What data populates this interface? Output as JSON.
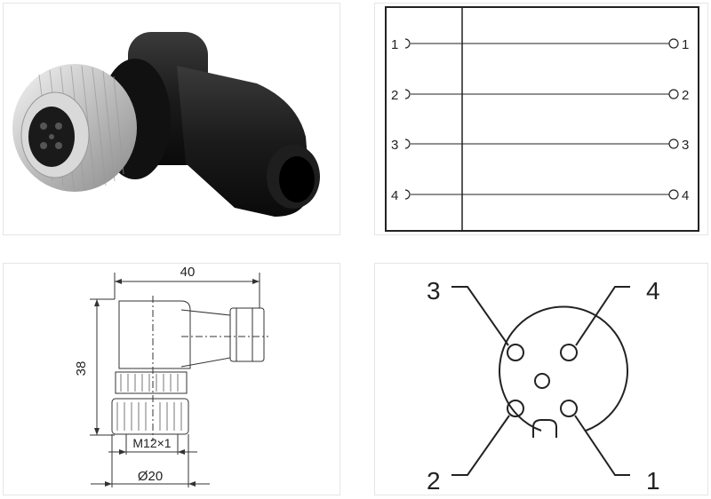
{
  "wiring": {
    "left_pins": [
      "1",
      "2",
      "3",
      "4"
    ],
    "right_pins": [
      "1",
      "2",
      "3",
      "4"
    ]
  },
  "dimensions": {
    "length": "40",
    "height": "38",
    "thread": "M12×1",
    "diameter": "Ø20"
  },
  "pinout": {
    "pin_labels": {
      "p3": "3",
      "p4": "4",
      "p2": "2",
      "p1": "1"
    }
  }
}
